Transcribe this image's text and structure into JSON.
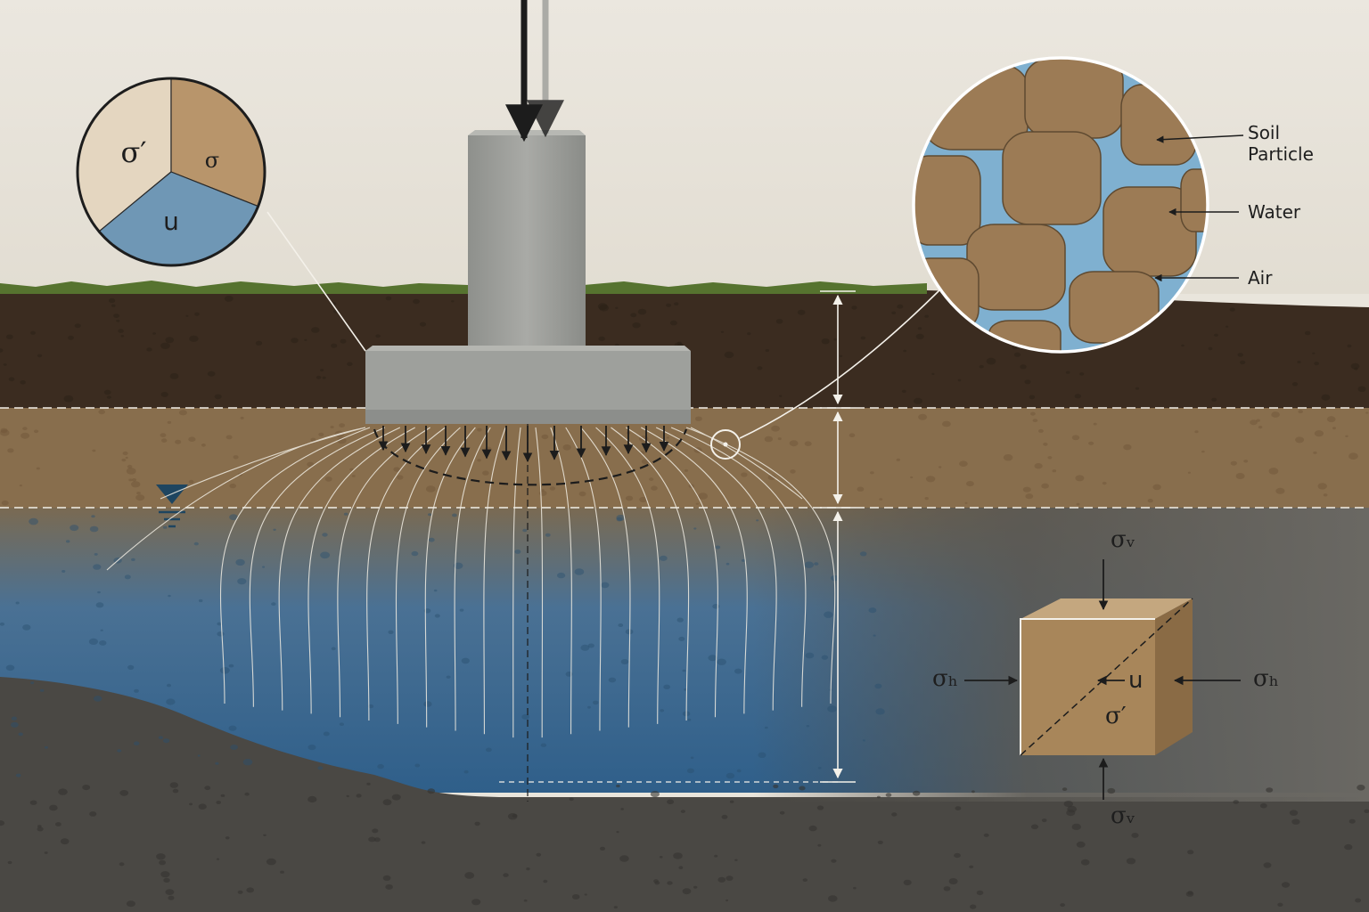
{
  "pie_inset": {
    "labels": {
      "effective": "σ′",
      "total": "σ",
      "pore": "u"
    },
    "fractions": {
      "effective": 0.36,
      "total": 0.31,
      "pore": 0.33
    },
    "colors": {
      "effective": "#e4d6c0",
      "total": "#b8956b",
      "pore": "#6f97b5"
    }
  },
  "particle_inset": {
    "labels": {
      "soil": "Soil Particle",
      "soil_line1": "Soil",
      "soil_line2": "Particle",
      "water": "Water",
      "air": "Air"
    },
    "colors": {
      "particle": "#9c7b55",
      "water": "#7fb0d0"
    }
  },
  "element": {
    "labels": {
      "sv_top": "σᵥ",
      "sv_bottom": "σᵥ",
      "sh_left": "σₕ",
      "sh_right": "σₕ",
      "u": "u",
      "eff": "σ′"
    },
    "colors": {
      "face": "#a8865a",
      "top": "#c4a77f",
      "side": "#8a6b45"
    }
  },
  "layers": {
    "colors": {
      "sky": "#e8e4db",
      "topsoil": "#3b2c20",
      "sand": "#8f7452",
      "saturated": "#3e6f98",
      "bedrock": "#4a4844",
      "grass": "#4f6b2f"
    }
  },
  "foundation": {
    "colors": {
      "concrete": "#a2a3a0",
      "concrete_dark": "#7f817e"
    }
  }
}
